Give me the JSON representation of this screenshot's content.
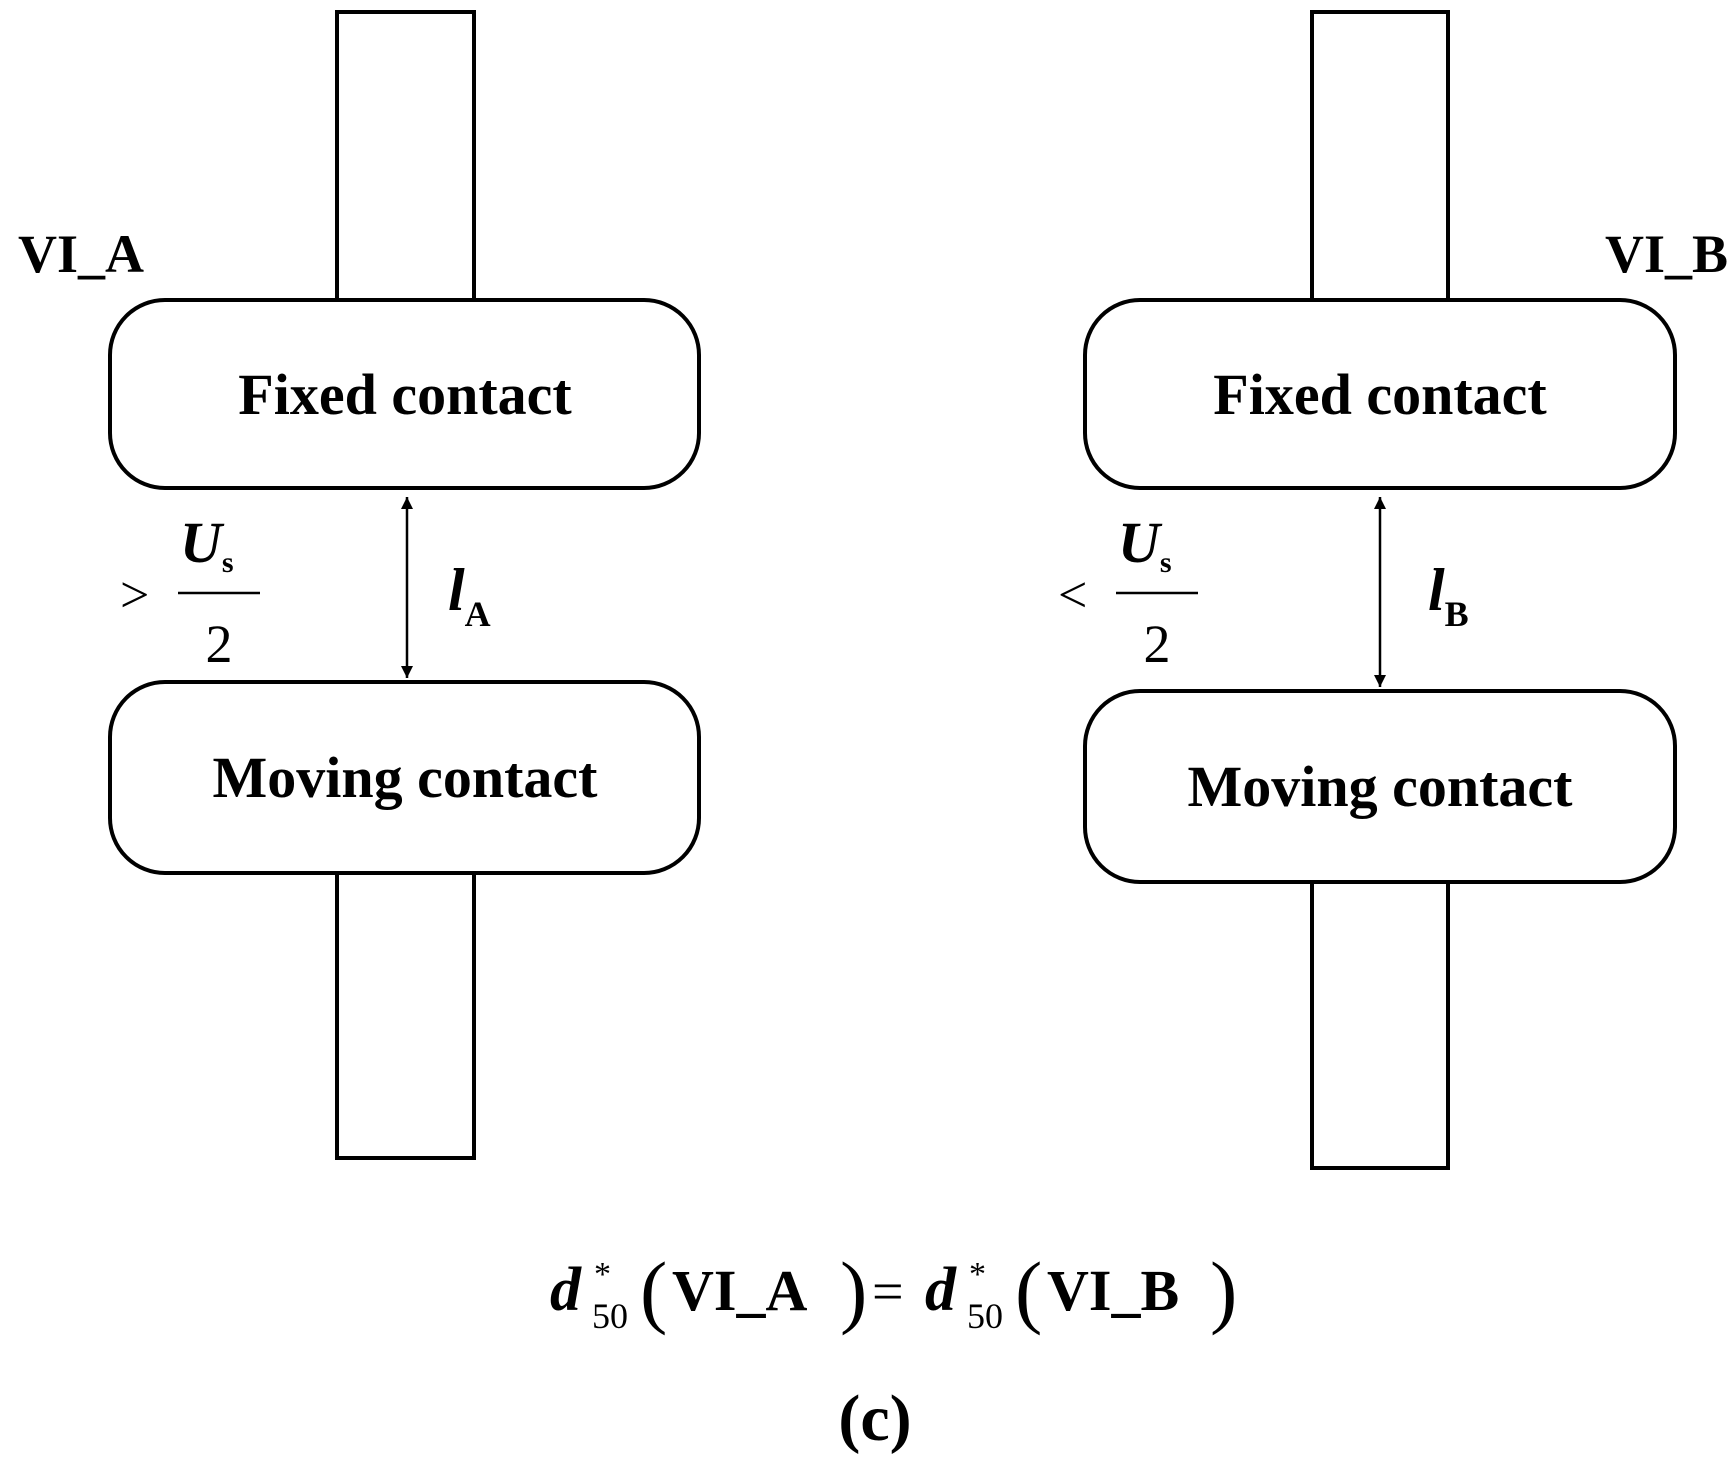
{
  "left": {
    "name": "VI_A",
    "fixed_label": "Fixed contact",
    "moving_label": "Moving contact",
    "comparator": ">",
    "voltage_numerator": "U",
    "voltage_subscript": "s",
    "voltage_denominator": "2",
    "gap_symbol": "l",
    "gap_subscript": "A"
  },
  "right": {
    "name": "VI_B",
    "fixed_label": "Fixed contact",
    "moving_label": "Moving contact",
    "comparator": "<",
    "voltage_numerator": "U",
    "voltage_subscript": "s",
    "voltage_denominator": "2",
    "gap_symbol": "l",
    "gap_subscript": "B"
  },
  "equation": {
    "symbol": "d",
    "superscript": "*",
    "subscript": "50",
    "left_arg": "VI_A",
    "equals": "=",
    "right_arg": "VI_B",
    "paren_open": "(",
    "paren_close": ")"
  },
  "panel_label": "(c)",
  "colors": {
    "stroke": "#000000",
    "background": "#ffffff"
  }
}
